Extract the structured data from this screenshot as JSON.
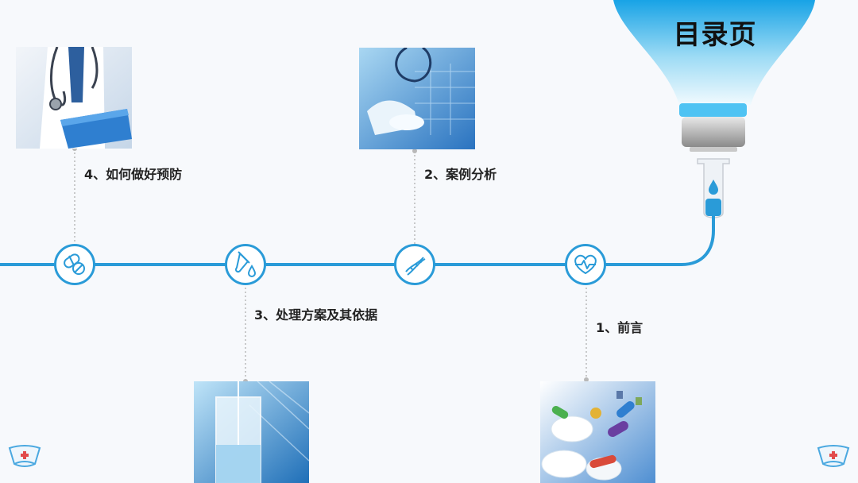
{
  "page": {
    "title": "目录页"
  },
  "items": [
    {
      "label": "1、前言",
      "icon": "heart-pulse-icon",
      "photo": "pills-photo"
    },
    {
      "label": "2、案例分析",
      "icon": "dna-icon",
      "photo": "doctor-tablet-photo"
    },
    {
      "label": "3、处理方案及其依据",
      "icon": "test-tube-drop-icon",
      "photo": "test-tube-photo"
    },
    {
      "label": "4、如何做好预防",
      "icon": "pills-icon",
      "photo": "doctor-stethoscope-photo"
    }
  ],
  "colors": {
    "accent": "#2a9bd8",
    "bottle_top": "#1aa6e8",
    "bottle_bottom": "#e9f7fd",
    "text": "#222222"
  }
}
